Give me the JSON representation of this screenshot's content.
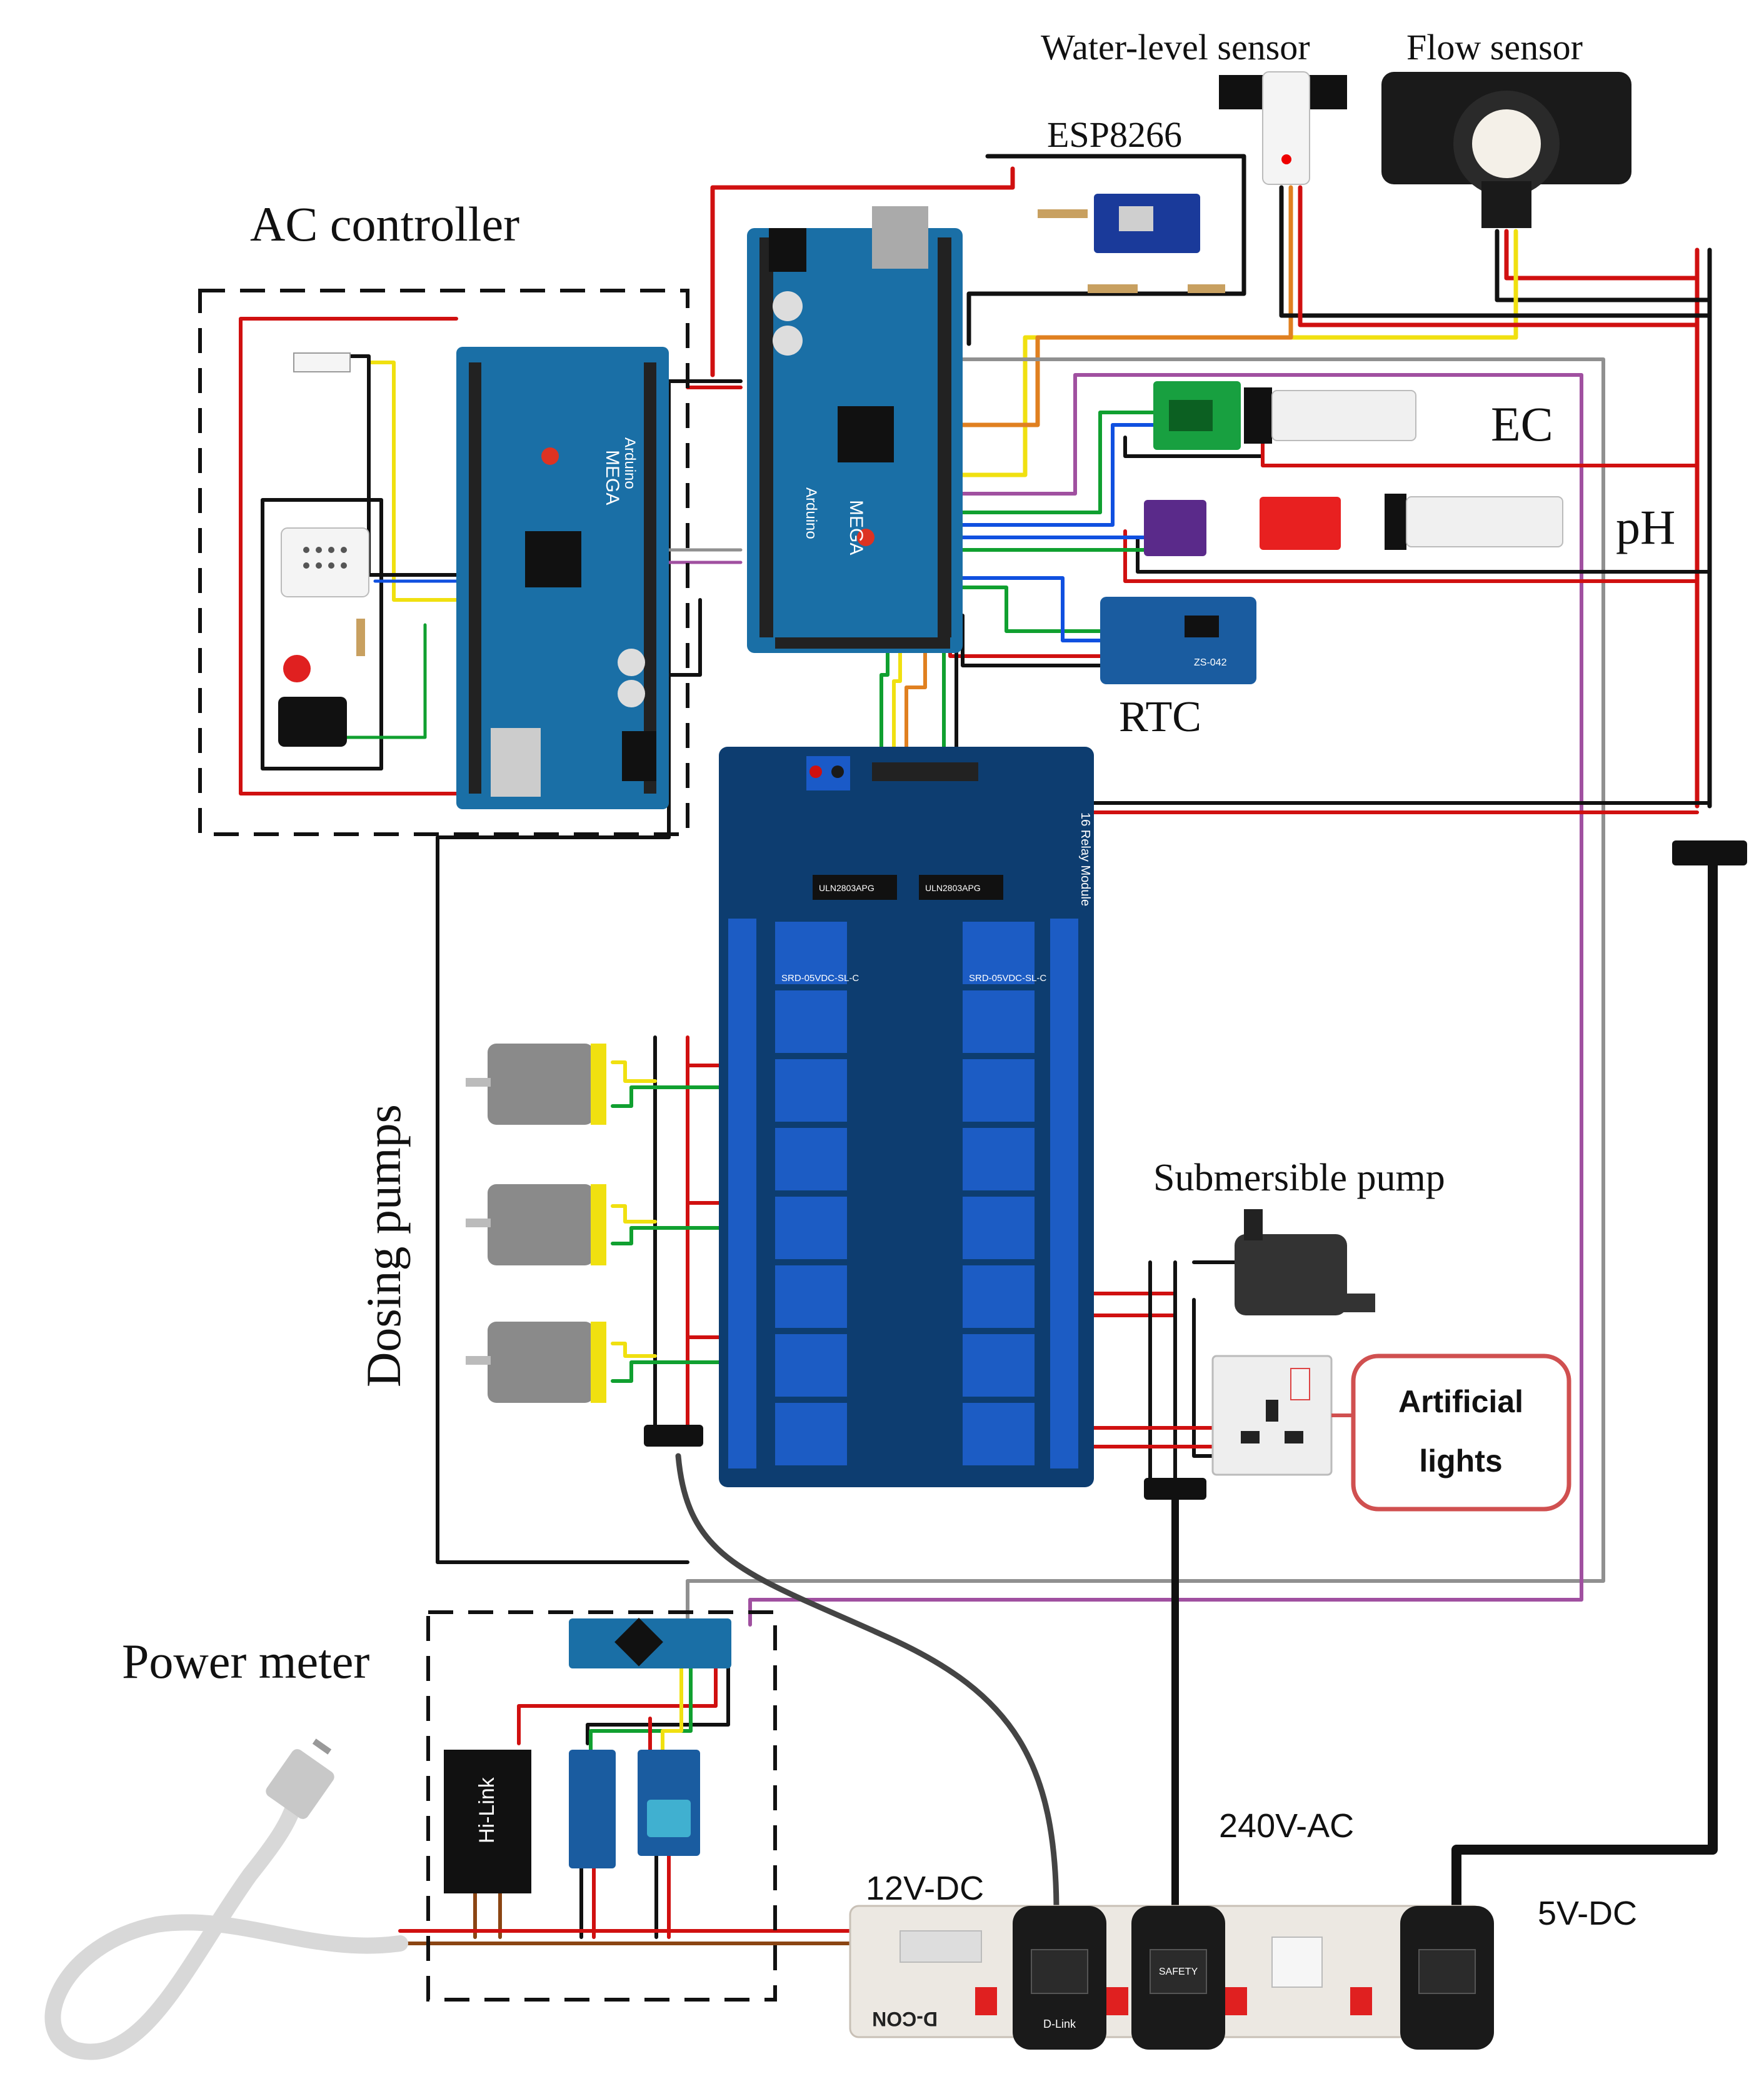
{
  "labels": {
    "water_level_sensor": "Water-level sensor",
    "flow_sensor": "Flow sensor",
    "esp8266": "ESP8266",
    "ac_controller": "AC controller",
    "ec": "EC",
    "ph": "pH",
    "rtc": "RTC",
    "dosing_pumps": "Dosing pumps",
    "submersible_pump": "Submersible pump",
    "artificial_lights_1": "Artificial",
    "artificial_lights_2": "lights",
    "power_meter": "Power meter",
    "v12_dc": "12V-DC",
    "v240_ac": "240V-AC",
    "v5_dc": "5V-DC"
  },
  "board_text": {
    "mega": "MEGA",
    "arduino": "Arduino",
    "relay_module": "16 Relay Module",
    "relay_model": "SRD-05VDC-SL-C",
    "driver_chip": "ULN2803APG",
    "rtc_module": "ZS-042",
    "hilink": "Hi-Link",
    "strip_brand": "D-CON",
    "adapter_brand": "D-Link",
    "adapter_mark": "SAFETY"
  },
  "colors": {
    "pcb_blue": "#1a6fa6",
    "relay_board": "#0d3d70",
    "relay_blue": "#1c5cc4",
    "wire_red": "#d01010",
    "wire_black": "#111111",
    "wire_yellow": "#f0e010",
    "wire_green": "#10a030",
    "wire_blue": "#1050e0",
    "wire_orange": "#e08020",
    "wire_purple": "#a050a0",
    "wire_gray": "#909090",
    "wire_brown": "#8b4513",
    "callout_border": "#d05050"
  }
}
